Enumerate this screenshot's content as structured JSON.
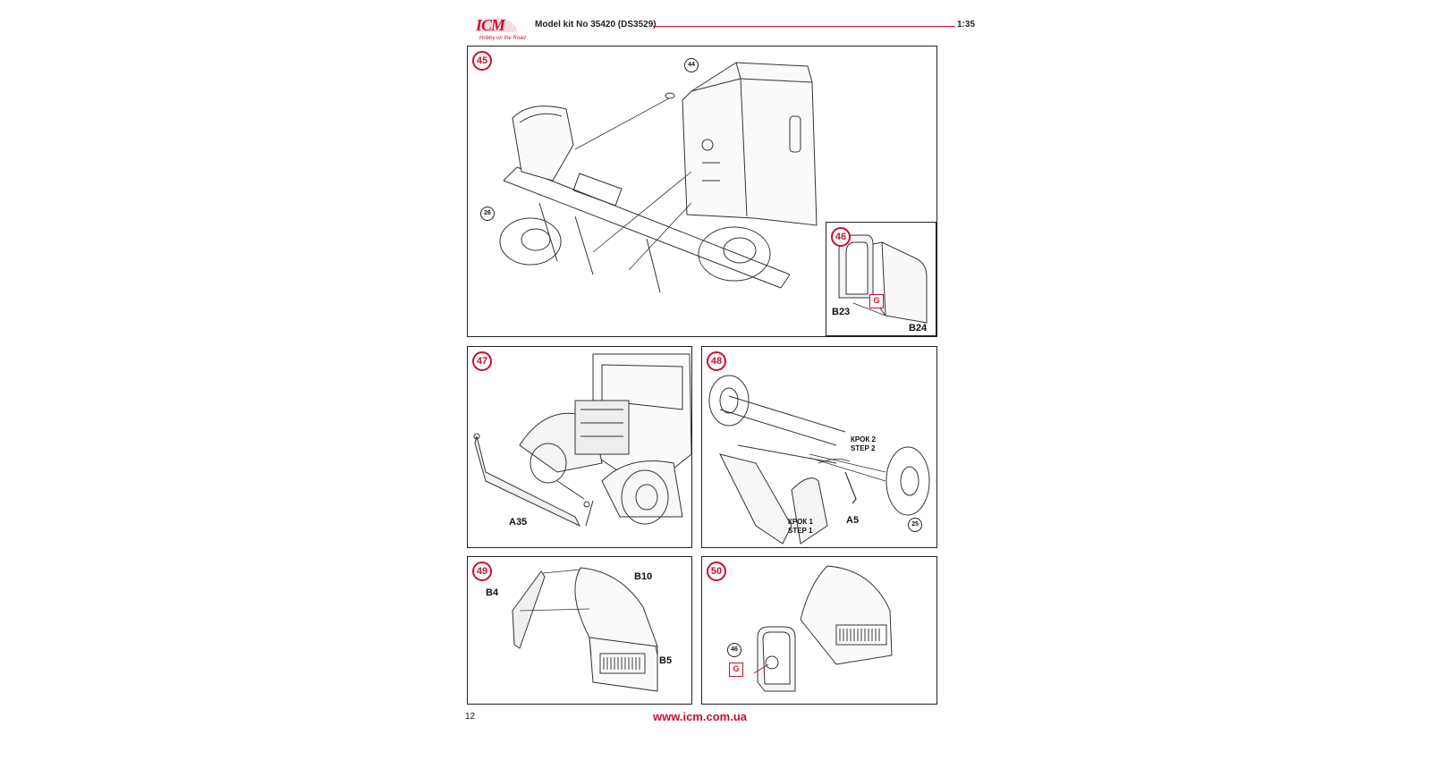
{
  "header": {
    "logo_text": "ICM",
    "logo_tagline": "Hobby on the Road",
    "kit_title": "Model kit No 35420 (DS3529)",
    "scale": "1:35"
  },
  "steps": {
    "s45": {
      "number": "45",
      "ref_44": "44",
      "ref_26": "26"
    },
    "s46": {
      "number": "46",
      "color_code": "G",
      "part_b23": "B23",
      "part_b24": "B24"
    },
    "s47": {
      "number": "47",
      "part_a35": "A35"
    },
    "s48": {
      "number": "48",
      "step2_line1": "КРОК 2",
      "step2_line2": "STEP 2",
      "step1_line1": "КРОК 1",
      "step1_line2": "STEP 1",
      "part_a5": "A5",
      "ref_25": "25"
    },
    "s49": {
      "number": "49",
      "part_b10": "B10",
      "part_b4": "B4",
      "part_b5": "B5"
    },
    "s50": {
      "number": "50",
      "ref_46": "46",
      "color_code": "G"
    }
  },
  "footer": {
    "page_number": "12",
    "url": "www.icm.com.ua"
  },
  "colors": {
    "accent": "#c8102e",
    "line": "#222222"
  }
}
